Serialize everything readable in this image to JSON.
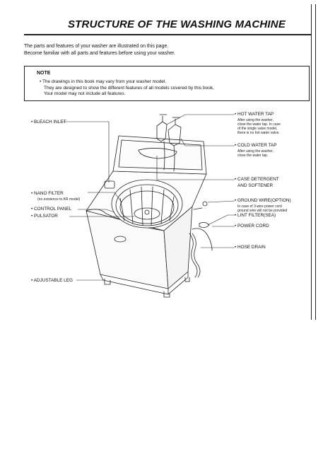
{
  "page_title": "STRUCTURE OF THE WASHING MACHINE",
  "intro": {
    "line1": "The parts and features of your washer are illustrated on this page.",
    "line2": "Become familiar with all parts and features before using your washer."
  },
  "note": {
    "title": "NOTE",
    "line1": "• The drawings in this book may vary from your washer model.",
    "line2": "They are designed to show the different features of all models covered by this book,",
    "line3": "Your model may not include all features."
  },
  "labels_left": {
    "bleach_inlet": "• BLEACH INLET",
    "nano_filter": "• NANO FILTER",
    "nano_filter_note": "(no existence to KR model)",
    "control_panel": "• CONTROL PANEL",
    "pulsator": "• PULSATOR",
    "adjustable_leg": "• ADJUSTABLE LEG"
  },
  "labels_right": {
    "hot_water_tap": "• HOT WATER TAP",
    "hot_water_tap_note_1": "After using the washer,",
    "hot_water_tap_note_2": "close the water tap. In case",
    "hot_water_tap_note_3": "of the single valve model,",
    "hot_water_tap_note_4": "there is no hot water valve.",
    "cold_water_tap": "• COLD WATER TAP",
    "cold_water_tap_note_1": "After using the washer,",
    "cold_water_tap_note_2": "close the water tap.",
    "case_detergent_1": "• CASE DETERGENT",
    "case_detergent_2": "AND SOFTENER",
    "ground_wire": "• GROUND WIRE(OPTION)",
    "ground_wire_note_1": "In case of 3-wire power cord",
    "ground_wire_note_2": "ground wire will not be provided",
    "lint_filter": "• LINT FILTER(SEA)",
    "power_cord": "• POWER CORD",
    "hose_drain": "• HOSE DRAIN"
  }
}
